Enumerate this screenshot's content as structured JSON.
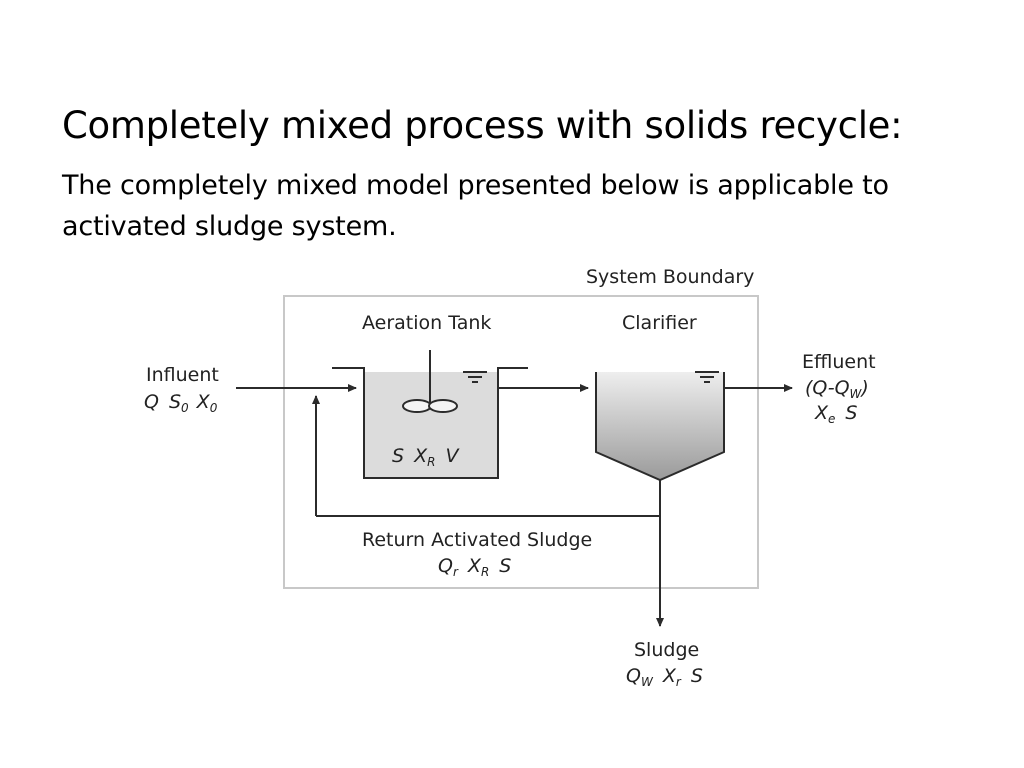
{
  "slide": {
    "title": "Completely mixed process with solids recycle:",
    "body": "The completely mixed model presented below is applicable to activated sludge system."
  },
  "diagram": {
    "system_boundary": "System Boundary",
    "aeration_tank": "Aeration Tank",
    "clarifier": "Clarifier",
    "influent": {
      "label": "Influent",
      "vars": [
        "Q",
        "S",
        "0",
        "X",
        "0"
      ]
    },
    "effluent": {
      "label": "Effluent",
      "flow": [
        "(Q-Q",
        "W",
        ")"
      ],
      "vars": [
        "X",
        "e",
        "S"
      ]
    },
    "tank_vars": [
      "S",
      "X",
      "R",
      "V"
    ],
    "return": {
      "label": "Return Activated Sludge",
      "vars": [
        "Q",
        "r",
        "X",
        "R",
        "S"
      ]
    },
    "sludge": {
      "label": "Sludge",
      "vars": [
        "Q",
        "W",
        "X",
        "r",
        "S"
      ]
    }
  },
  "colors": {
    "line": "#2b2b2b",
    "boundary": "#c8c8c8",
    "tank_fill": "#dcdcdc"
  }
}
